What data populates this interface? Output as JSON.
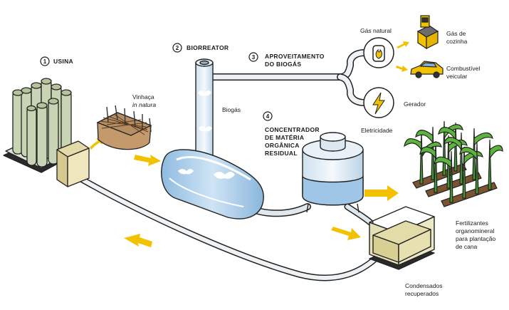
{
  "steps": [
    {
      "number": "1",
      "label": "USINA"
    },
    {
      "number": "2",
      "label": "BIORREATOR"
    },
    {
      "number": "3",
      "label_lines": [
        "APROVEITAMENTO",
        "DO BIOGÁS"
      ]
    },
    {
      "number": "4",
      "label_lines": [
        "CONCENTRADOR",
        "DE MATÉRIA",
        "ORGÂNICA",
        "RESIDUAL"
      ]
    }
  ],
  "labels": {
    "vinhaca": "Vinhaça",
    "in_natura": "in natura",
    "biogas": "Biogás",
    "gas_natural": "Gás natural",
    "gas_cozinha": [
      "Gás de",
      "cozinha"
    ],
    "combustivel": [
      "Combustível",
      "veicular"
    ],
    "gerador": "Gerador",
    "eletricidade": "Eletricidade",
    "fertilizantes": [
      "Fertilizantes",
      "organomineral",
      "para plantação",
      "de cana"
    ],
    "condensados": [
      "Condensados",
      "recuperados"
    ]
  },
  "colors": {
    "arrow": "#f2c200",
    "water": "#b9d7ef",
    "tank": "#dde9f3",
    "mill": "#c9d4b5",
    "vinasse": "#b68e63",
    "fertilizer": "#e7e3b9",
    "cane": "#3f9a2e",
    "soil": "#7a5330"
  },
  "icons": [
    "gas-stove-icon",
    "car-icon",
    "flame-icon",
    "lightning-icon"
  ]
}
